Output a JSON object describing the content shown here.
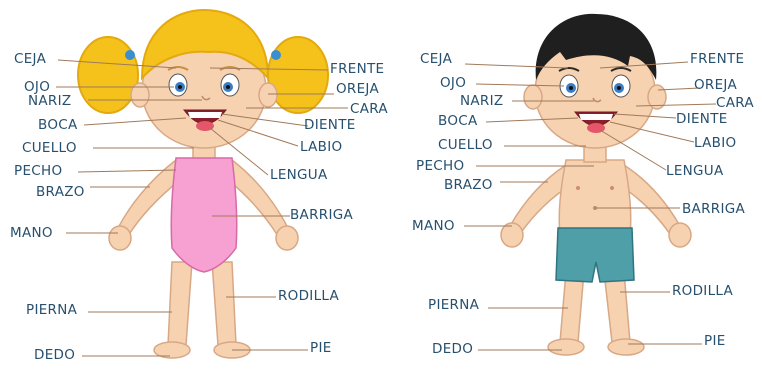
{
  "colors": {
    "label_text": "#27506e",
    "leader_line": "#a07a5a",
    "skin": "#f6d2b1",
    "girl_hair": "#f5c21c",
    "girl_swimsuit": "#f7a0d2",
    "boy_hair": "#1f1f1f",
    "boy_shorts": "#4f9fa8"
  },
  "girl": {
    "labels": {
      "ceja": "CEJA",
      "ojo": "OJO",
      "nariz": "NARIZ",
      "boca": "BOCA",
      "cuello": "CUELLO",
      "pecho": "PECHO",
      "brazo": "BRAZO",
      "mano": "MANO",
      "pierna": "PIERNA",
      "dedo": "DEDO",
      "frente": "FRENTE",
      "oreja": "OREJA",
      "cara": "CARA",
      "diente": "DIENTE",
      "labio": "LABIO",
      "lengua": "LENGUA",
      "barriga": "BARRIGA",
      "rodilla": "RODILLA",
      "pie": "PIE"
    }
  },
  "boy": {
    "labels": {
      "ceja": "CEJA",
      "ojo": "OJO",
      "nariz": "NARIZ",
      "boca": "BOCA",
      "cuello": "CUELLO",
      "pecho": "PECHO",
      "brazo": "BRAZO",
      "mano": "MANO",
      "pierna": "PIERNA",
      "dedo": "DEDO",
      "frente": "FRENTE",
      "oreja": "OREJA",
      "cara": "CARA",
      "diente": "DIENTE",
      "labio": "LABIO",
      "lengua": "LENGUA",
      "barriga": "BARRIGA",
      "rodilla": "RODILLA",
      "pie": "PIE"
    }
  }
}
